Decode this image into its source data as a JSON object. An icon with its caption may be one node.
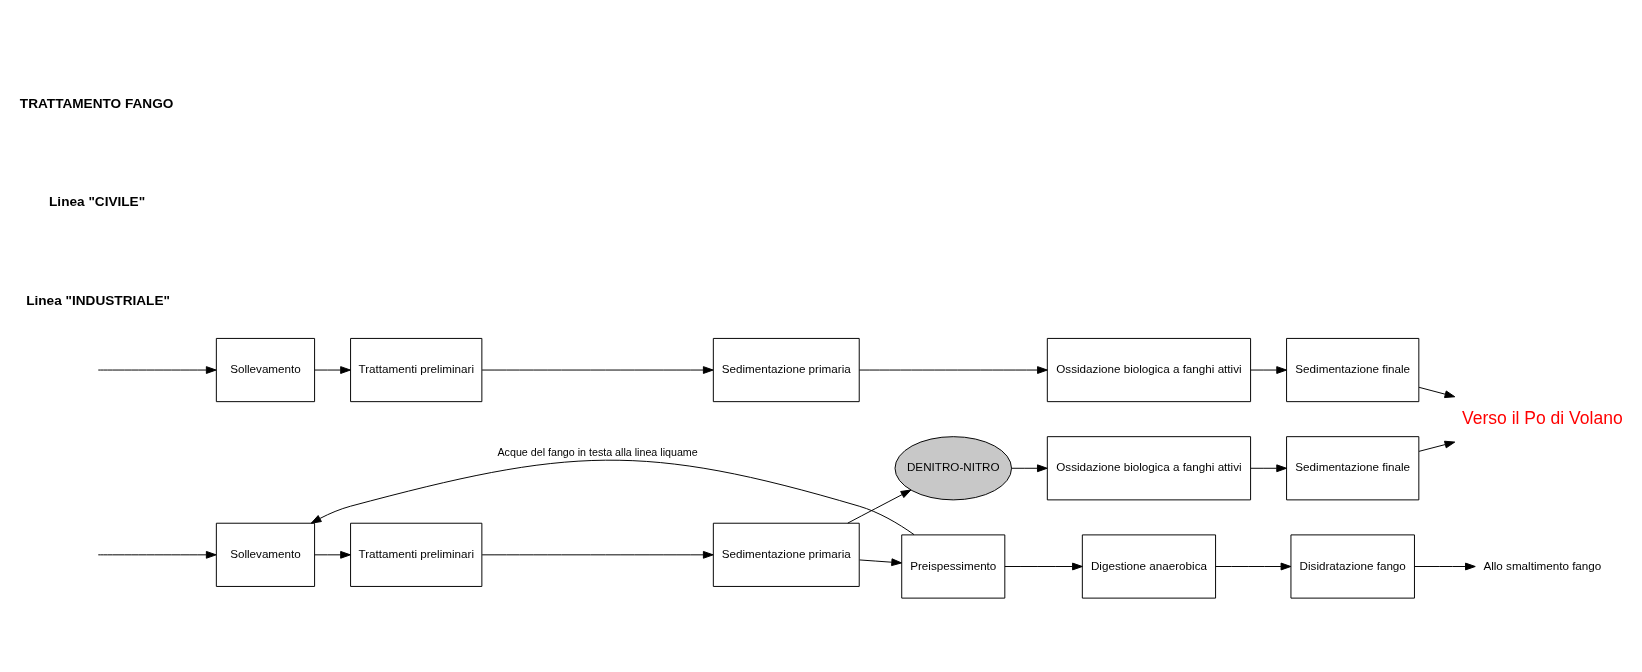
{
  "diagram": {
    "nodes": [
      {
        "text": [
          "Sollevamento"
        ]
      },
      {
        "text": [
          "Trattamenti preliminari"
        ]
      },
      {
        "text": [
          "Sedimentazione primaria"
        ]
      },
      {
        "text": [
          "Ossidazione biologica a fanghi attivi"
        ]
      },
      {
        "text": [
          "Sedimentazione finale"
        ]
      },
      {
        "text": [
          "Sollevamento"
        ]
      },
      {
        "text": [
          "Trattamenti preliminari"
        ]
      },
      {
        "text": [
          "Sedimentazione primaria"
        ]
      },
      {
        "text": [
          "DENITRO-NITRO"
        ]
      },
      {
        "text": [
          "Ossidazione biologica a fanghi attivi"
        ]
      },
      {
        "text": [
          "Sedimentazione finale"
        ]
      },
      {
        "text": [
          "Preispessimento"
        ]
      },
      {
        "text": [
          "Digestione anaerobica"
        ]
      },
      {
        "text": [
          "Disidratazione fango"
        ]
      },
      {
        "text": [
          "Verso il Po di Volano"
        ]
      },
      {
        "text": [
          "Allo smaltimento fango"
        ]
      }
    ],
    "edges": [
      {
        "from": null,
        "to": 0,
        "arrow": "to"
      },
      {
        "from": 0,
        "to": 1,
        "arrow": "to"
      },
      {
        "from": 1,
        "to": 2,
        "arrow": "to"
      },
      {
        "from": 2,
        "to": 3,
        "arrow": "to"
      },
      {
        "from": 3,
        "to": 4,
        "arrow": "to"
      },
      {
        "from": 4,
        "to": 14,
        "arrow": "to"
      },
      {
        "from": null,
        "to": 5,
        "arrow": "to"
      },
      {
        "from": 5,
        "to": 6,
        "arrow": "to"
      },
      {
        "from": 6,
        "to": 7,
        "arrow": "to"
      },
      {
        "from": 7,
        "to": 8,
        "arrow": "to"
      },
      {
        "from": 8,
        "to": 9,
        "arrow": "to"
      },
      {
        "from": 9,
        "to": 10,
        "arrow": "to"
      },
      {
        "from": 10,
        "to": 14,
        "arrow": "to"
      },
      {
        "from": 7,
        "to": 11,
        "arrow": "to"
      },
      {
        "from": 11,
        "to": 12,
        "arrow": "to"
      },
      {
        "from": 12,
        "to": 13,
        "arrow": "to"
      },
      {
        "from": 13,
        "to": 15,
        "arrow": "to"
      },
      {
        "from": 11,
        "to": 5,
        "arrow": "to",
        "label": "Acque del fango in testa alla linea liquame"
      }
    ],
    "labels": [
      "Linea \"INDUSTRIALE\"",
      "Linea \"CIVILE\"",
      "TRATTAMENTO FANGO"
    ]
  }
}
